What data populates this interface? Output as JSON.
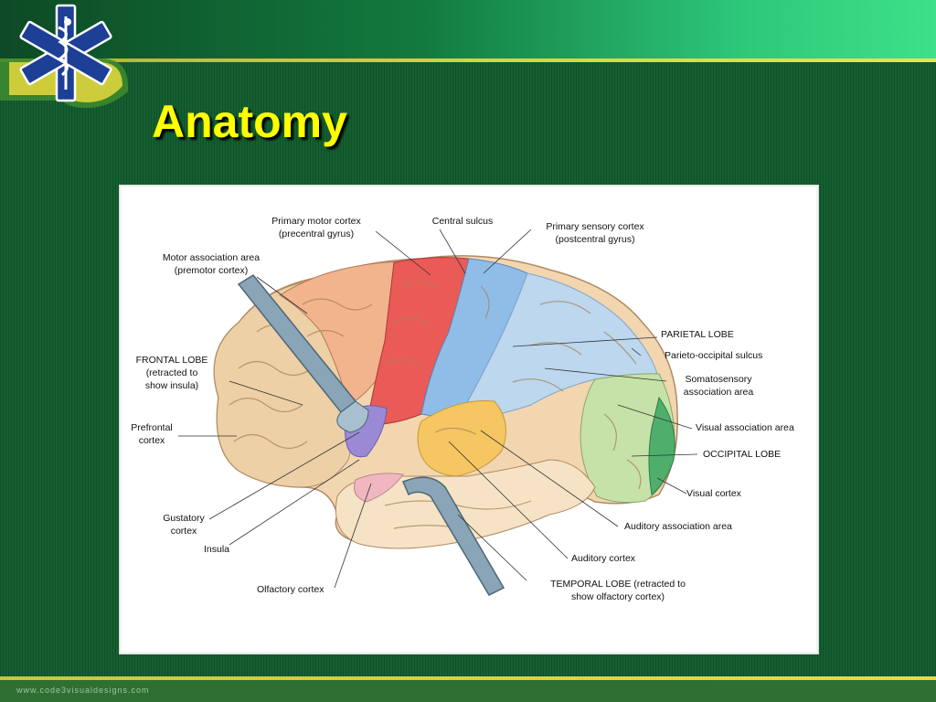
{
  "slide": {
    "title": "Anatomy",
    "footer": "www.code3visualdesigns.com"
  },
  "logo": {
    "icon": "star-of-life-icon"
  },
  "colors": {
    "background": "#0e5a2b",
    "header_gradient_end": "#3ee089",
    "title": "#ffff00",
    "accent_line": "#e8dc46"
  },
  "figure": {
    "labels": {
      "primary_motor_1": "Primary motor cortex",
      "primary_motor_2": "(precentral gyrus)",
      "central_sulcus": "Central sulcus",
      "primary_sensory_1": "Primary sensory cortex",
      "primary_sensory_2": "(postcentral gyrus)",
      "motor_assoc_1": "Motor association area",
      "motor_assoc_2": "(premotor cortex)",
      "parietal_lobe": "PARIETAL LOBE",
      "parieto_occipital": "Parieto-occipital sulcus",
      "frontal_1": "FRONTAL LOBE",
      "frontal_2": "(retracted to",
      "frontal_3": "show insula)",
      "somato_1": "Somatosensory",
      "somato_2": "association area",
      "prefrontal_1": "Prefrontal",
      "prefrontal_2": "cortex",
      "visual_assoc": "Visual association area",
      "occipital": "OCCIPITAL LOBE",
      "visual_cortex": "Visual cortex",
      "gustatory_1": "Gustatory",
      "gustatory_2": "cortex",
      "insula": "Insula",
      "auditory_assoc": "Auditory association area",
      "auditory_cortex": "Auditory cortex",
      "olfactory": "Olfactory cortex",
      "temporal_1": "TEMPORAL LOBE (retracted to",
      "temporal_2": "show olfactory cortex)"
    }
  }
}
